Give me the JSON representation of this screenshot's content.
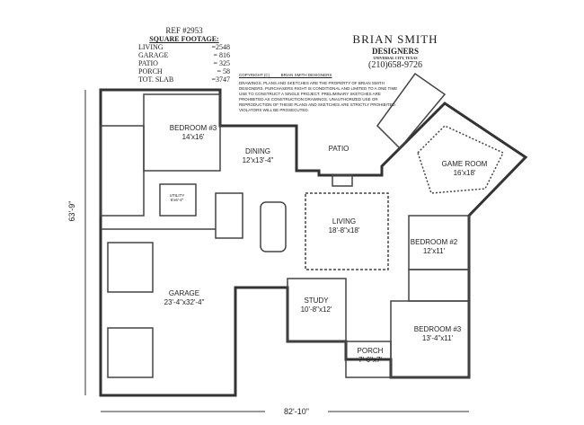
{
  "ref": {
    "number": "REF #2953",
    "heading": "SQUARE FOOTAGE:",
    "rows": [
      {
        "label": "LIVING",
        "value": "=2548"
      },
      {
        "label": "GARAGE",
        "value": "= 816"
      },
      {
        "label": "PATIO",
        "value": "= 325"
      },
      {
        "label": "PORCH",
        "value": "= 58"
      },
      {
        "label": "TOT. SLAB",
        "value": "=3747"
      }
    ]
  },
  "brand": {
    "name": "BRIAN SMITH",
    "sub": "DESIGNERS",
    "city": "UNIVERSAL CITY, TEXAS",
    "phone": "(210)658-9726"
  },
  "copyright": {
    "line": "COPYRIGHT (C)          BRIAN SMITH DESIGNERS",
    "notice": "DRAWINGS, PLANS AND SKETCHES ARE THE PROPERTY OF BRIAN SMITH DESIGNERS. PURCHASERS RIGHT IS CONDITIONAL AND LIMITED TO A ONE TIME USE TO CONSTRUCT A SINGLE PROJECT. PRELIMINARY SKETCHES ARE PROHIBITED AS CONSTRUCTION DRAWINGS. UNAUTHORIZED USE OR REPRODUCTION OF THESE PLANS AND SKETCHES ARE STRICTLY PROHIBITED. VIOLATORS WILL BE PROSECUTED."
  },
  "rooms": [
    {
      "name": "BEDROOM #3",
      "size": "14'x16'"
    },
    {
      "name": "DINING",
      "size": "12'x13'-4\""
    },
    {
      "name": "PATIO",
      "size": ""
    },
    {
      "name": "GAME ROOM",
      "size": "16'x18'"
    },
    {
      "name": "UTILITY",
      "size": "6'x6'-4\""
    },
    {
      "name": "LIVING",
      "size": "18'-8\"x18'"
    },
    {
      "name": "BEDROOM #2",
      "size": "12'x11'"
    },
    {
      "name": "GARAGE",
      "size": "23'-4\"x32'-4\""
    },
    {
      "name": "STUDY",
      "size": "10'-8\"x12'"
    },
    {
      "name": "BEDROOM #3",
      "size": "13'-4\"x11'"
    },
    {
      "name": "PORCH",
      "size": "7'-6\"x7'"
    }
  ],
  "dimensions": {
    "depth": "63'-9\"",
    "width": "82'-10\""
  }
}
